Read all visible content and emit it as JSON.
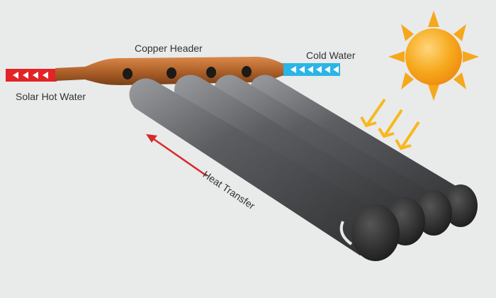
{
  "labels": {
    "copper_header": "Copper Header",
    "cold_water": "Cold Water",
    "solar_hot_water": "Solar Hot Water",
    "heat_transfer": "Heat Transfer"
  },
  "colors": {
    "background": "#e9eaea",
    "copper": "#b5662d",
    "cold_water": "#2bb5e6",
    "hot_water": "#e32326",
    "tube": "#5b5d60",
    "tube_end": "#2a2a2b",
    "sun": "#f6a81c",
    "sun_rays": "#f8b81e",
    "heat_arrow": "#d52a2a"
  },
  "icons": {
    "sun": "sun-icon",
    "sunlight": "sunlight-arrows-icon"
  }
}
